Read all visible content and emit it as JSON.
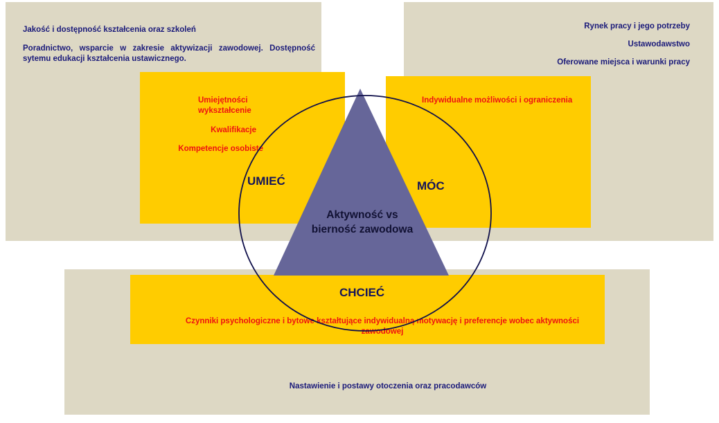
{
  "top_left": {
    "line1": "Jakość i dostępność kształcenia oraz szkoleń",
    "line2": "Poradnictwo, wsparcie w zakresie aktywizacji zawodowej. Dostępność sytemu edukacji kształcenia ustawicznego."
  },
  "top_right": {
    "line1": "Rynek pracy  i jego potrzeby",
    "line2": "Ustawodawstwo",
    "line3": "Oferowane miejsca i warunki pracy"
  },
  "left_box": {
    "item1": "Umiejętności wykształcenie",
    "item2": "Kwalifikacje",
    "item3": "Kompetencje osobiste",
    "label": "UMIEĆ"
  },
  "right_box": {
    "item1": "Indywidualne możliwości i ograniczenia",
    "label": "MÓC"
  },
  "bottom_box": {
    "label": "CHCIEĆ",
    "text": "Czynniki psychologiczne i bytowe kształtujące indywidualną motywację i preferencje wobec aktywności zawodowej"
  },
  "bottom": {
    "text": "Nastawienie i postawy otoczenia oraz pracodawców"
  },
  "center": {
    "text": "Aktywność vs bierność zawodowa"
  },
  "colors": {
    "gray": "#ddd8c4",
    "gold": "#ffcc00",
    "triangle": "#666699",
    "navy_text": "#1a1a7a",
    "red_text": "#ee1111"
  }
}
